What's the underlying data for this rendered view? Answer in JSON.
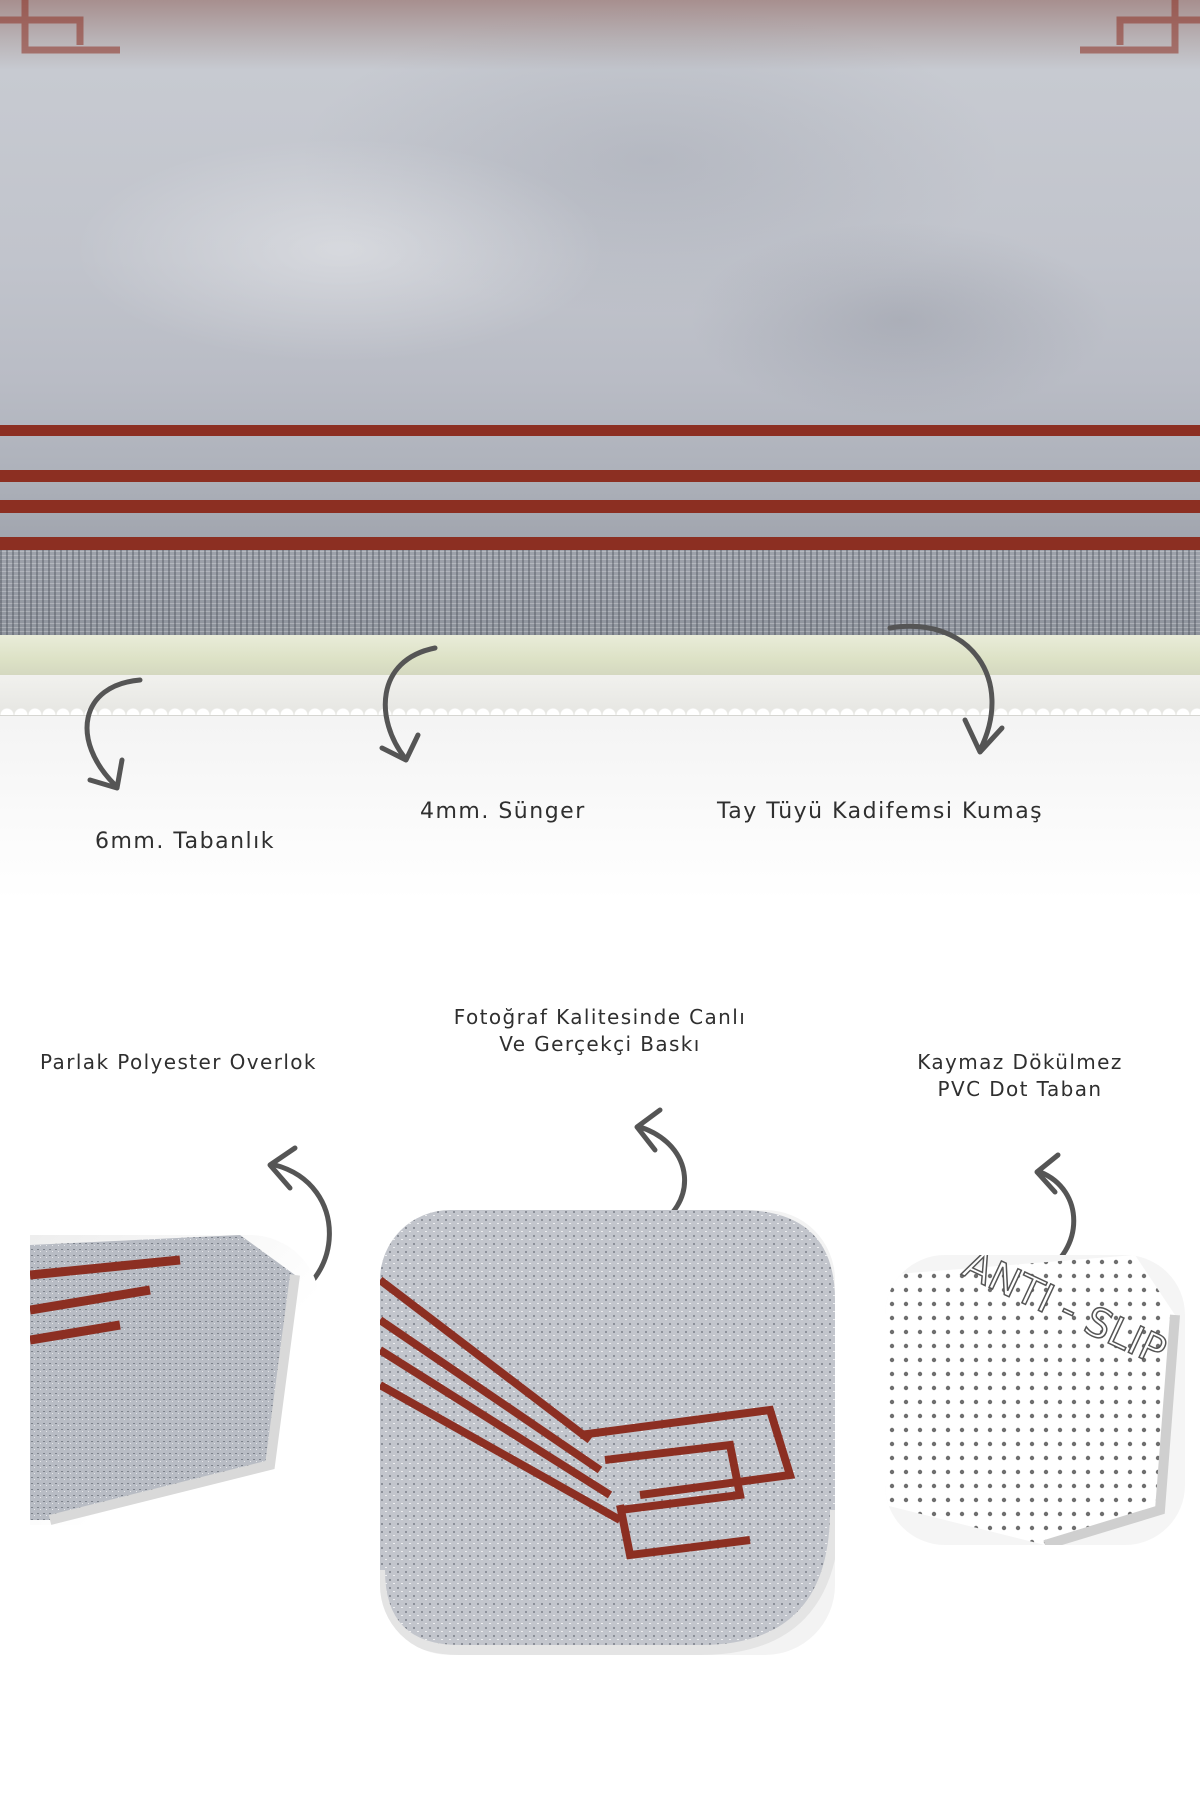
{
  "top_labels": {
    "base": "6mm. Tabanlık",
    "foam": "4mm. Sünger",
    "fabric": "Tay Tüyü Kadifemsi Kumaş"
  },
  "features": {
    "overlock": "Parlak Polyester Overlok",
    "print_line1": "Fotoğraf Kalitesinde Canlı",
    "print_line2": "Ve Gerçekçi Baskı",
    "base_line1": "Kaymaz Dökülmez",
    "base_line2": "PVC Dot Taban",
    "anti_slip_text": "ANTI - SLIP"
  },
  "colors": {
    "stripe": "#8c2f22",
    "rug_grey": "#b9bcc5",
    "arrow": "#555555"
  },
  "icons": [
    "curved-arrow-icon"
  ]
}
